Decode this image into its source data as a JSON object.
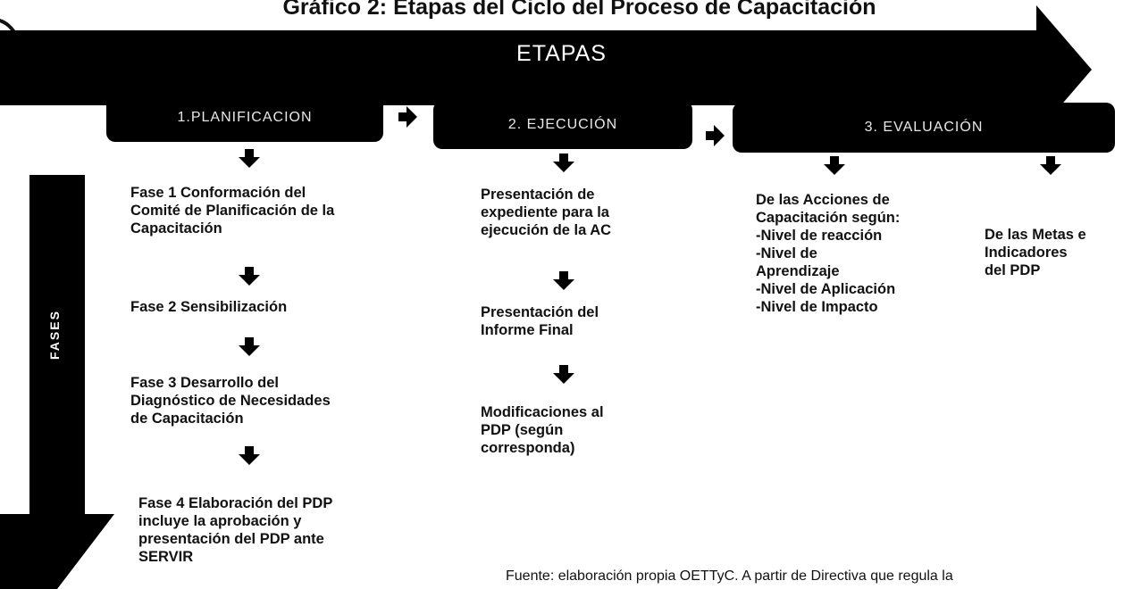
{
  "title": "Gráfico 2: Etapas del Ciclo del Proceso de Capacitación",
  "etapas_label": "ETAPAS",
  "fases_label": "FASES",
  "stages": [
    {
      "label": "1.PLANIFICACION"
    },
    {
      "label": "2. EJECUCIÓN"
    },
    {
      "label": "3. EVALUACIÓN"
    }
  ],
  "planificacion_steps": [
    {
      "lines": [
        "Fase 1 Conformación del",
        "Comité de Planificación de la",
        "Capacitación"
      ]
    },
    {
      "lines": [
        "Fase 2 Sensibilización"
      ]
    },
    {
      "lines": [
        "Fase 3 Desarrollo del",
        "Diagnóstico de Necesidades",
        "de Capacitación"
      ]
    },
    {
      "lines": [
        "Fase 4 Elaboración del PDP",
        "incluye la aprobación y",
        "presentación del PDP ante",
        "SERVIR"
      ]
    }
  ],
  "ejecucion_steps": [
    {
      "lines": [
        "Presentación de",
        "expediente para la",
        "ejecución de la AC"
      ]
    },
    {
      "lines": [
        "Presentación del",
        "Informe Final"
      ]
    },
    {
      "lines": [
        "Modificaciones al",
        "PDP (según",
        "corresponda)"
      ]
    }
  ],
  "evaluacion_acciones": {
    "lines": [
      "De las Acciones de",
      "Capacitación según:",
      "-Nivel de reacción",
      "-Nivel de",
      "Aprendizaje",
      "-Nivel de Aplicación",
      "-Nivel de Impacto"
    ]
  },
  "evaluacion_metas": {
    "lines": [
      "De las Metas e",
      "Indicadores",
      "del PDP"
    ]
  },
  "source": "Fuente: elaboración propia OETTyC. A partir de Directiva que regula la"
}
